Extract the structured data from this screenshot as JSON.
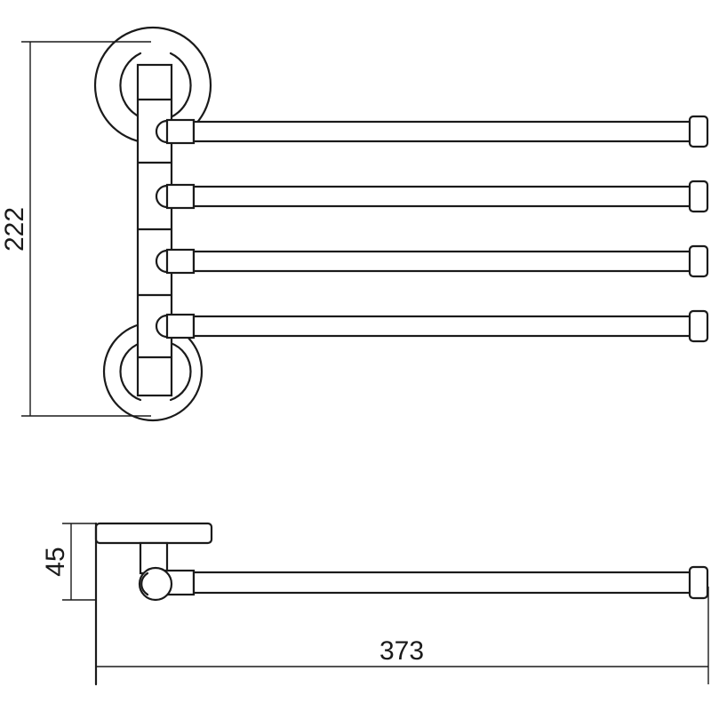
{
  "dimensions": {
    "height": "222",
    "depth": "45",
    "length": "373"
  },
  "arms": {
    "count": 4
  }
}
